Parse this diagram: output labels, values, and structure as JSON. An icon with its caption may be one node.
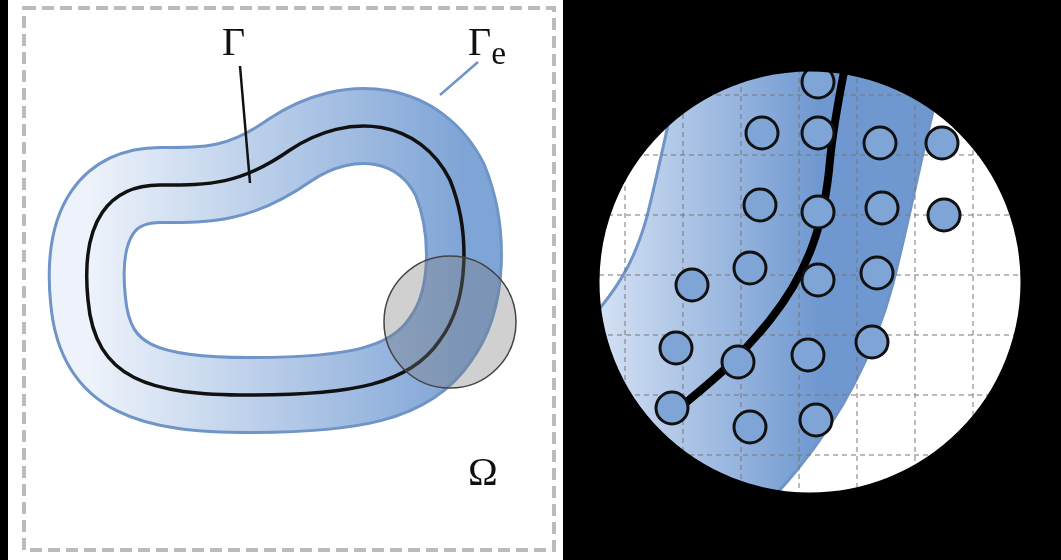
{
  "diagram": {
    "nodes": [
      {
        "text": [
          "Γ"
        ]
      },
      {
        "text": [
          "Γ$_{e}$"
        ]
      }
    ],
    "edges": [
      {
        "from": 0,
        "to": null,
        "arrow": "none"
      },
      {
        "from": 1,
        "to": null,
        "arrow": "none",
        "color": "#6f94c8"
      }
    ],
    "labels": [
      "Ω"
    ]
  }
}
